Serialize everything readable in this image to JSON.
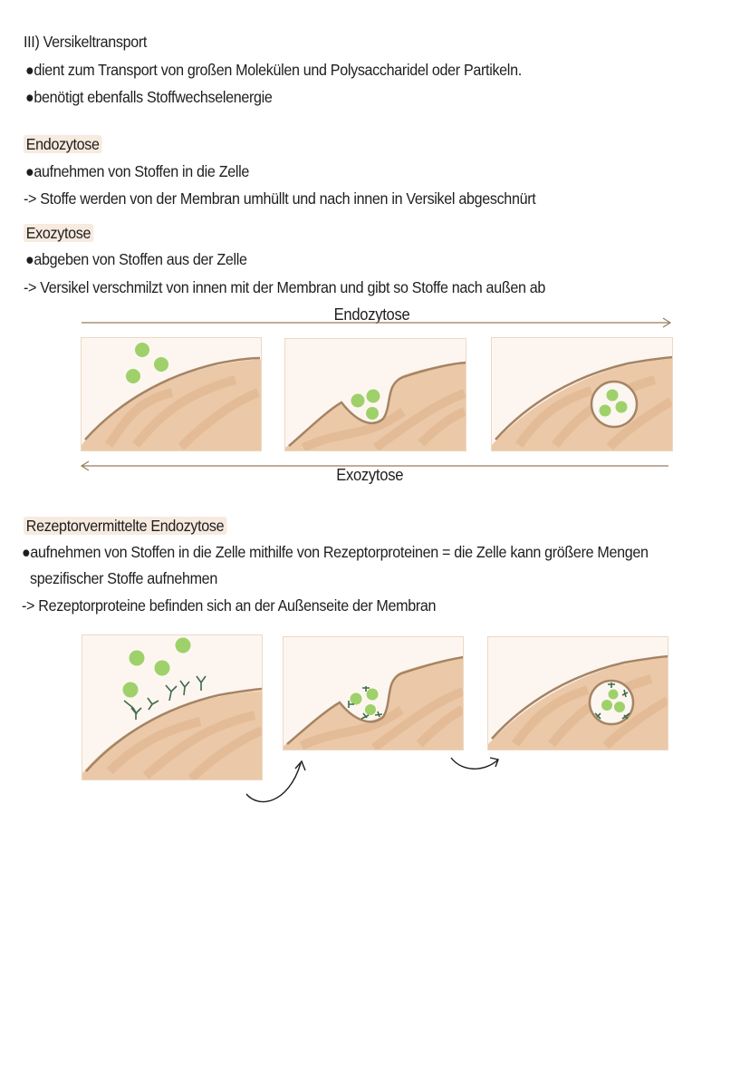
{
  "section_title": "III) Versikeltransport",
  "intro": [
    "dient zum Transport von großen Molekülen und Polysaccharidel oder Partikeln.",
    "benötigt ebenfalls Stoffwechselenergie"
  ],
  "endocytosis": {
    "heading": "Endozytose",
    "bullet": "aufnehmen von Stoffen in die Zelle",
    "note": "-> Stoffe werden von der Membran umhüllt und nach innen in Versikel abgeschnürt"
  },
  "exocytosis": {
    "heading": "Exozytose",
    "bullet": "abgeben von Stoffen aus der Zelle",
    "note": "-> Versikel verschmilzt von innen mit der Membran und gibt so Stoffe nach außen ab"
  },
  "diagram1": {
    "top_label": "Endozytose",
    "bottom_label": "Exozytose"
  },
  "receptor": {
    "heading": "Rezeptorvermittelte Endozytose",
    "bullet_line1": "aufnehmen von Stoffen in die Zelle mithilfe von Rezeptorproteinen = die Zelle kann größere Mengen",
    "bullet_line2": "spezifischer Stoffe aufnehmen",
    "note": "-> Rezeptorproteine befinden sich an der Außenseite der Membran"
  },
  "colors": {
    "cell": "#e9c4a0",
    "membrane": "#a58464",
    "particle": "#9fd16b",
    "receptor": "#3f6b4a",
    "panel_bg": "#fdf6f0"
  }
}
